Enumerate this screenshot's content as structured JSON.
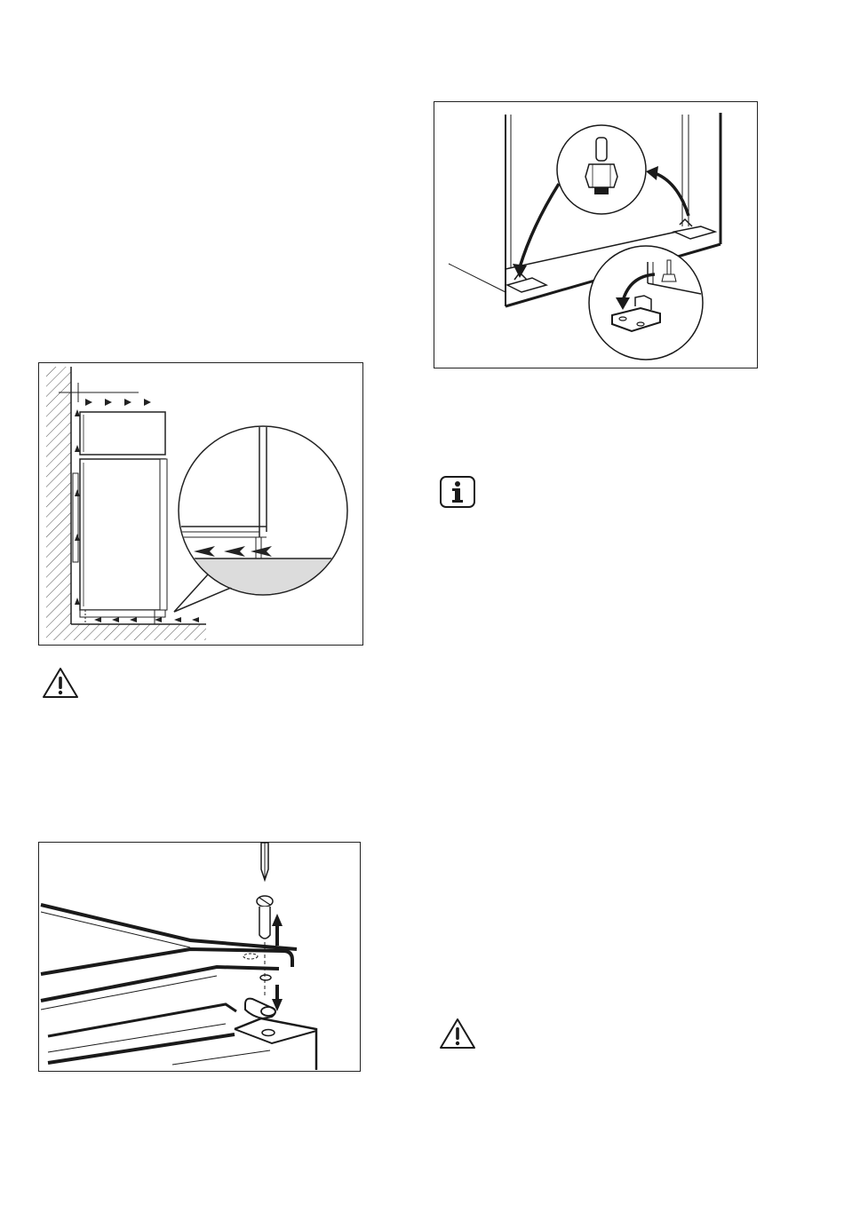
{
  "figures": [
    {
      "id": "ventilation",
      "icon": "refrigerator-ventilation-diagram-icon"
    },
    {
      "id": "hinge-screw",
      "icon": "door-hinge-screw-diagram-icon"
    },
    {
      "id": "door-pins",
      "icon": "door-pin-swap-diagram-icon"
    }
  ],
  "notices": [
    {
      "id": "warning-1",
      "icon": "warning-triangle-icon"
    },
    {
      "id": "info-1",
      "icon": "info-icon"
    },
    {
      "id": "warning-2",
      "icon": "warning-triangle-icon"
    }
  ],
  "colors": {
    "ink": "#1a1a1a",
    "hatch": "#555555",
    "ground": "#dcdcdc"
  }
}
